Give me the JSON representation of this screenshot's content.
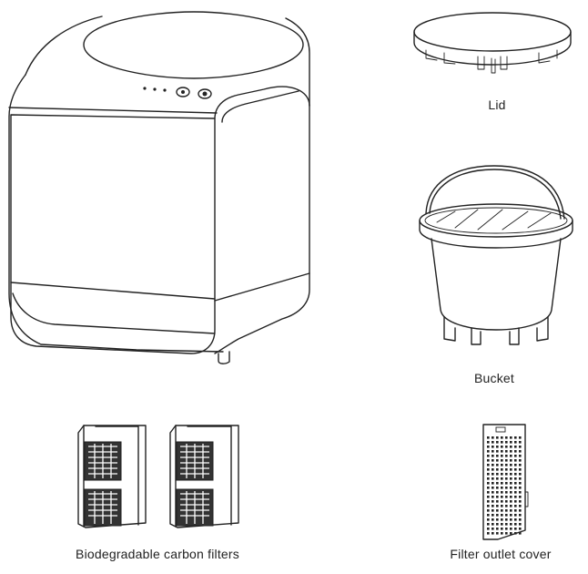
{
  "parts": {
    "main_unit": {
      "icon": "composter-unit"
    },
    "lid": {
      "label": "Lid",
      "icon": "lid-icon"
    },
    "bucket": {
      "label": "Bucket",
      "icon": "bucket-icon"
    },
    "filters": {
      "label": "Biodegradable carbon filters",
      "icon": "carbon-filter-icon"
    },
    "outlet_cover": {
      "label": "Filter outlet cover",
      "icon": "perforated-cover-icon"
    }
  },
  "colors": {
    "line": "#222222",
    "background": "#ffffff"
  }
}
